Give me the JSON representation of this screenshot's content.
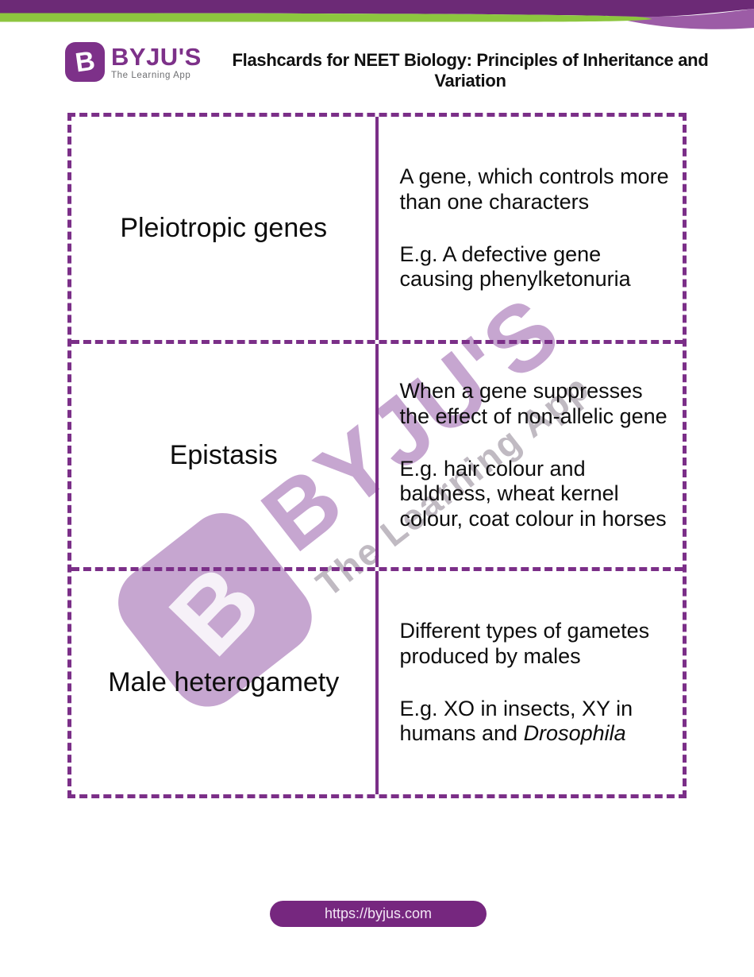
{
  "header": {
    "title": "Flashcards for NEET Biology: Principles of Inheritance and Variation",
    "logo": {
      "badge_letter": "B",
      "brand": "BYJU'S",
      "tagline": "The Learning App"
    }
  },
  "flashcards": [
    {
      "term": "Pleiotropic genes",
      "definition": "A gene, which controls more than one characters",
      "example_prefix": "E.g. A defective gene causing phenylketonuria",
      "example_italic": ""
    },
    {
      "term": "Epistasis",
      "definition": "When a gene suppresses the effect of non-allelic gene",
      "example_prefix": "E.g. hair colour and baldness, wheat kernel colour, coat colour in horses",
      "example_italic": ""
    },
    {
      "term": "Male heterogamety",
      "definition": "Different types of gametes produced by males",
      "example_prefix": "E.g. XO in insects, XY in humans and ",
      "example_italic": "Drosophila"
    }
  ],
  "watermark": {
    "badge_letter": "B",
    "brand": "BYJU'S",
    "tagline": "The Learning App"
  },
  "footer": {
    "url_label": "https://byjus.com"
  },
  "colors": {
    "dark_purple_bar": "#6c2a76",
    "light_purple_swoosh": "#9c5ca6",
    "green_bar": "#8dc63f",
    "brand_purple": "#7d3189",
    "border_purple": "#7b2f88",
    "watermark_purple": "#c6a6d0",
    "watermark_gray": "#c0bac2",
    "footer_pill": "#76277f"
  }
}
